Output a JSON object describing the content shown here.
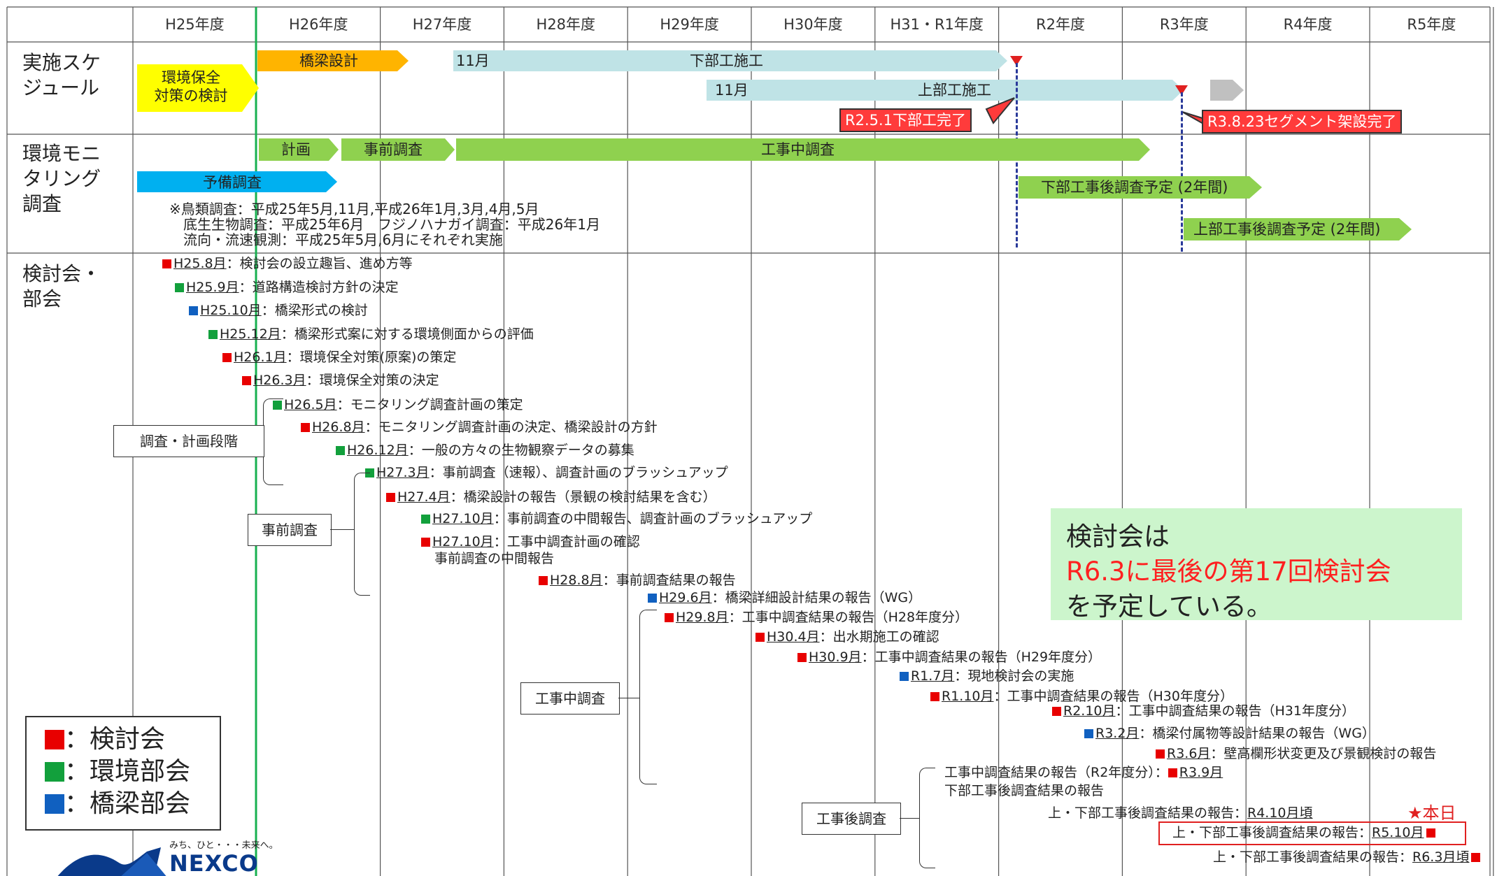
{
  "years": [
    "H25年度",
    "H26年度",
    "H27年度",
    "H28年度",
    "H29年度",
    "H30年度",
    "H31・R1年度",
    "R2年度",
    "R3年度",
    "R4年度",
    "R5年度"
  ],
  "rows": {
    "schedule": "実施スケ\nジュール",
    "monitoring": "環境モニ\nタリング\n調査",
    "committee": "検討会・\n部会"
  },
  "schedule_bars": {
    "env_plan": "環境保全\n対策の検討",
    "bridge_design": "橋梁設計",
    "substructure_start": "11月",
    "substructure": "下部工施工",
    "superstructure_start": "11月",
    "superstructure": "上部工施工",
    "callout_sub": "R2.5.1下部工完了",
    "callout_super": "R3.8.23セグメント架設完了"
  },
  "monitoring_bars": {
    "plan": "計画",
    "pre_survey": "事前調査",
    "during": "工事中調査",
    "preliminary": "予備調査",
    "post_sub": "下部工事後調査予定 (2年間)",
    "post_super": "上部工事後調査予定 (2年間)",
    "survey_note": "※鳥類調査：平成25年5月,11月,平成26年1月,3月,4月,5月\n　底生生物調査：平成25年6月　フジノハナガイ調査：平成26年1月\n　流向・流速観測：平成25年5月,6月にそれぞれ実施"
  },
  "events": [
    {
      "color": "red",
      "date": "H25.8月",
      "text": "：検討会の設立趣旨、進め方等"
    },
    {
      "color": "green",
      "date": "H25.9月",
      "text": "：道路構造検討方針の決定"
    },
    {
      "color": "blue",
      "date": "H25.10月",
      "text": "：橋梁形式の検討"
    },
    {
      "color": "green",
      "date": "H25.12月",
      "text": "：橋梁形式案に対する環境側面からの評価"
    },
    {
      "color": "red",
      "date": "H26.1月",
      "text": "：環境保全対策(原案)の策定"
    },
    {
      "color": "red",
      "date": "H26.3月",
      "text": "：環境保全対策の決定"
    },
    {
      "color": "green",
      "date": "H26.5月",
      "text": "：モニタリング調査計画の策定"
    },
    {
      "color": "red",
      "date": "H26.8月",
      "text": "：モニタリング調査計画の決定、橋梁設計の方針"
    },
    {
      "color": "green",
      "date": "H26.12月",
      "text": "：一般の方々の生物観察データの募集"
    },
    {
      "color": "green",
      "date": "H27.3月",
      "text": "：事前調査（速報）、調査計画のブラッシュアップ"
    },
    {
      "color": "red",
      "date": "H27.4月",
      "text": "：橋梁設計の報告（景観の検討結果を含む）"
    },
    {
      "color": "green",
      "date": "H27.10月",
      "text": "：事前調査の中間報告、調査計画のブラッシュアップ"
    },
    {
      "color": "red",
      "date": "H27.10月",
      "text": "：工事中調査計画の確認\n　事前調査の中間報告"
    },
    {
      "color": "red",
      "date": "H28.8月",
      "text": "：事前調査結果の報告"
    },
    {
      "color": "blue",
      "date": "H29.6月",
      "text": "：橋梁詳細設計結果の報告（WG）"
    },
    {
      "color": "red",
      "date": "H29.8月",
      "text": "：工事中調査結果の報告（H28年度分）"
    },
    {
      "color": "red",
      "date": "H30.4月",
      "text": "：出水期施工の確認"
    },
    {
      "color": "red",
      "date": "H30.9月",
      "text": "：工事中調査結果の報告（H29年度分）"
    },
    {
      "color": "blue",
      "date": "R1.7月",
      "text": "：現地検討会の実施"
    },
    {
      "color": "red",
      "date": "R1.10月",
      "text": "：工事中調査結果の報告（H30年度分）"
    },
    {
      "color": "red",
      "date": "R2.10月",
      "text": "：工事中調査結果の報告（H31年度分）"
    },
    {
      "color": "blue",
      "date": "R3.2月",
      "text": "：橋梁付属物等設計結果の報告（WG）"
    },
    {
      "color": "red",
      "date": "R3.6月",
      "text": "：壁高欄形状変更及び景観検討の報告"
    }
  ],
  "post_events": {
    "r39_text": "工事中調査結果の報告（R2年度分）：",
    "r39_date": "R3.9月",
    "r39_text2": "下部工事後調査結果の報告",
    "r410_text": "上・下部工事後調査結果の報告：",
    "r410_date": "R4.10月頃",
    "r510_text": "上・下部工事後調査結果の報告：",
    "r510_date": "R5.10月",
    "r63_text": "上・下部工事後調査結果の報告：",
    "r63_date": "R6.3月頃",
    "today": "★本日"
  },
  "phases": {
    "planning": "調査・計画段階",
    "pre": "事前調査",
    "during": "工事中調査",
    "post": "工事後調査"
  },
  "notice": {
    "line1": "検討会は",
    "line2": "R6.3に最後の第17回検討会",
    "line3": "を予定している。"
  },
  "legend": [
    {
      "color": "red",
      "label": "：検討会"
    },
    {
      "color": "green",
      "label": "：環境部会"
    },
    {
      "color": "blue",
      "label": "：橋梁部会"
    }
  ],
  "logo": {
    "tagline": "みち、ひと・・・未来へ。",
    "name": "NEXCO"
  },
  "colors": {
    "grid": "#555555",
    "env_yellow": "#ffff00",
    "design_orange": "#ffb400",
    "construction_blue": "#bfe3e6",
    "monitor_green": "#8fd14f",
    "prelim_blue": "#00b0f0",
    "callout_red": "#ff3b3b",
    "notice_bg": "#ccf5cc",
    "notice_red": "#ff2020",
    "now_line": "#18b050"
  }
}
